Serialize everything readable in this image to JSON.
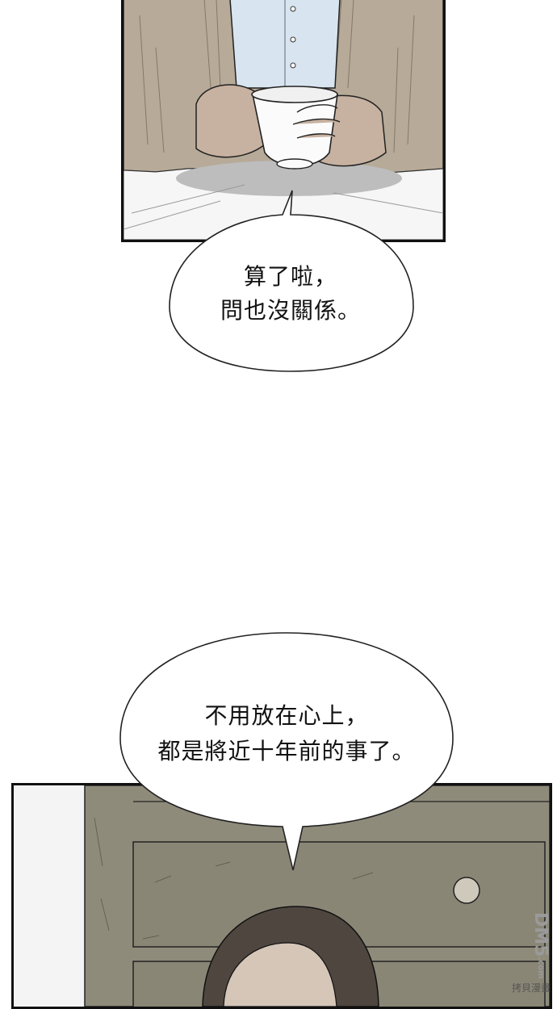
{
  "bubble_1": {
    "line_1": "算了啦，",
    "line_2": "問也沒關係。"
  },
  "bubble_2": {
    "line_1": "不用放在心上，",
    "line_2": "都是將近十年前的事了。"
  },
  "watermark": {
    "site": "DM5",
    "domain": ".com",
    "caption": "拷貝漫畫"
  },
  "colors": {
    "panel_bg": "#e7e7e7",
    "cardigan": "#b7aa98",
    "shirt": "#d8e4ef",
    "skin": "#c7b1a0",
    "table_shadow": "#bdbdbd",
    "drawer_wood": "#8f8b7b",
    "hair": "#4f4640"
  }
}
